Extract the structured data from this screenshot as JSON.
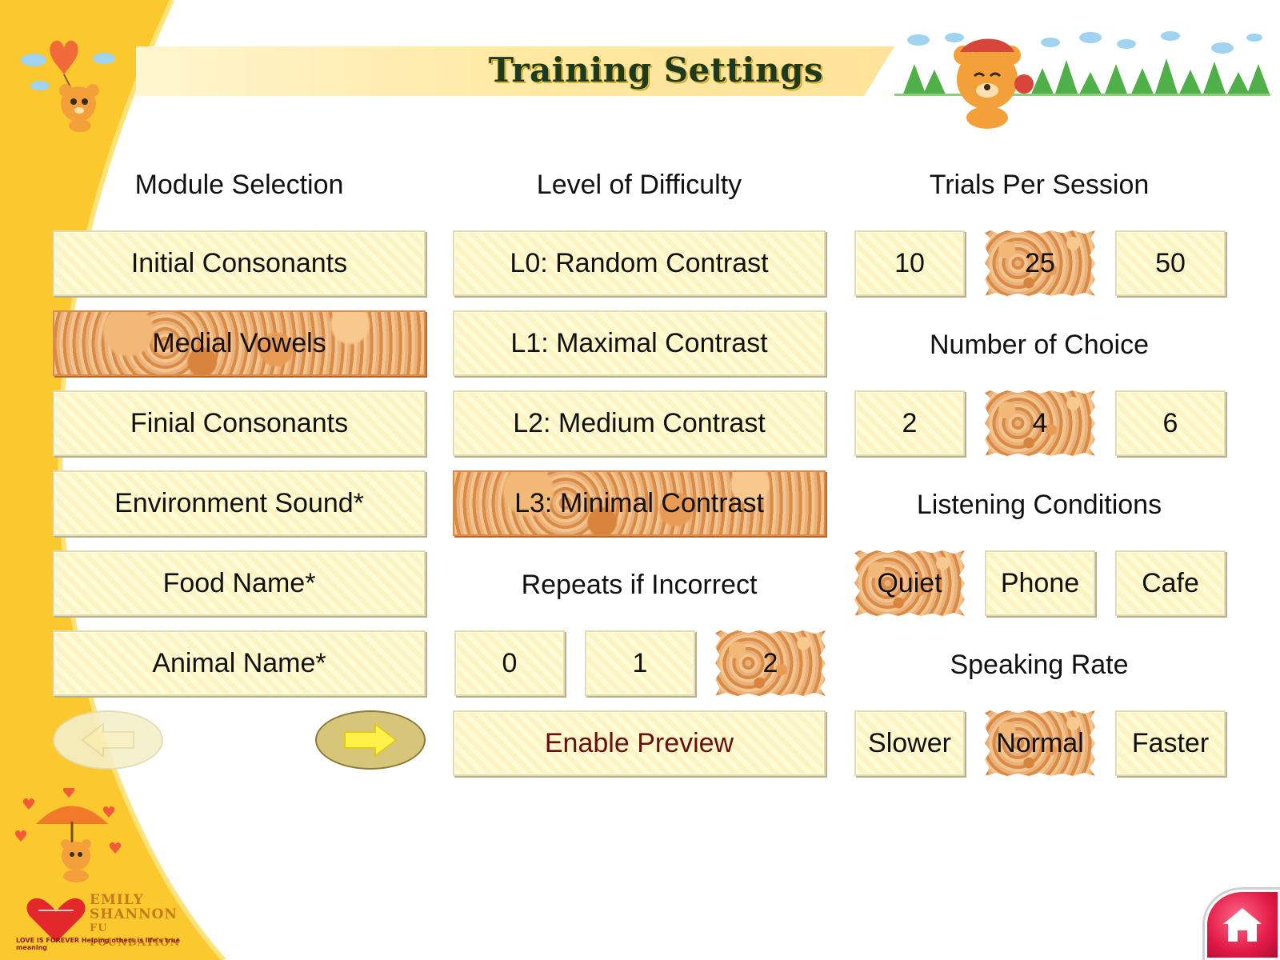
{
  "header": {
    "title": "Training Settings"
  },
  "module_selection": {
    "heading": "Module Selection",
    "items": [
      {
        "label": "Initial Consonants",
        "selected": false
      },
      {
        "label": "Medial Vowels",
        "selected": true
      },
      {
        "label": "Finial Consonants",
        "selected": false
      },
      {
        "label": "Environment Sound*",
        "selected": false
      },
      {
        "label": "Food Name*",
        "selected": false
      },
      {
        "label": "Animal Name*",
        "selected": false
      }
    ]
  },
  "difficulty": {
    "heading": "Level of Difficulty",
    "items": [
      {
        "label": "L0: Random Contrast",
        "selected": false
      },
      {
        "label": "L1: Maximal Contrast",
        "selected": false
      },
      {
        "label": "L2: Medium Contrast",
        "selected": false
      },
      {
        "label": "L3: Minimal Contrast",
        "selected": true
      }
    ]
  },
  "repeats": {
    "heading": "Repeats if Incorrect",
    "options": [
      {
        "label": "0",
        "selected": false
      },
      {
        "label": "1",
        "selected": false
      },
      {
        "label": "2",
        "selected": true
      }
    ]
  },
  "preview": {
    "label": "Enable Preview"
  },
  "trials": {
    "heading": "Trials Per Session",
    "options": [
      {
        "label": "10",
        "selected": false
      },
      {
        "label": "25",
        "selected": true
      },
      {
        "label": "50",
        "selected": false
      }
    ]
  },
  "choices": {
    "heading": "Number of Choice",
    "options": [
      {
        "label": "2",
        "selected": false
      },
      {
        "label": "4",
        "selected": true
      },
      {
        "label": "6",
        "selected": false
      }
    ]
  },
  "listening": {
    "heading": "Listening Conditions",
    "options": [
      {
        "label": "Quiet",
        "selected": true
      },
      {
        "label": "Phone",
        "selected": false
      },
      {
        "label": "Cafe",
        "selected": false
      }
    ]
  },
  "speaking_rate": {
    "heading": "Speaking Rate",
    "options": [
      {
        "label": "Slower",
        "selected": false
      },
      {
        "label": "Normal",
        "selected": true
      },
      {
        "label": "Faster",
        "selected": false
      }
    ]
  },
  "navigation": {
    "prev_icon": "arrow-left-icon",
    "next_icon": "arrow-right-icon",
    "home_icon": "home-icon"
  },
  "logo": {
    "line1": "EMILY",
    "line2": "SHANNON",
    "line3": "FU FOUNDATION",
    "tagline": "LOVE IS FOREVER  Helping others is life's true meaning"
  },
  "colors": {
    "accent_yellow": "#fbc82e",
    "selected_texture": "#e89b55",
    "preview_text": "#6b0d0d",
    "home_red": "#e21a47"
  }
}
